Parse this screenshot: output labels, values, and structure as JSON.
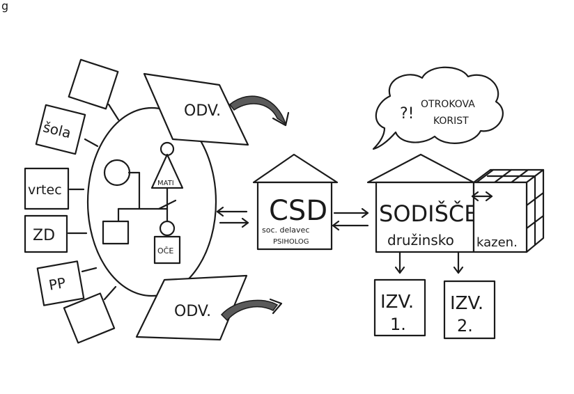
{
  "corner_label": "g",
  "ring_boxes": {
    "sola": "šola",
    "vrtec": "vrtec",
    "zd": "ZD",
    "pp": "PP"
  },
  "family": {
    "mother": "MATI",
    "father": "OČE"
  },
  "odv_top": "ODV.",
  "odv_bottom": "ODV.",
  "speech": {
    "mark": "?!",
    "line1": "OTROKOVA",
    "line2": "KORIST"
  },
  "csd": {
    "title": "CSD",
    "line1": "soc. delavec",
    "line2": "PSIHOLOG"
  },
  "court": {
    "title": "SODIŠČE",
    "family": "družinsko",
    "criminal": "kazen."
  },
  "izv1": {
    "line1": "IZV.",
    "line2": "1."
  },
  "izv2": {
    "line1": "IZV.",
    "line2": "2."
  },
  "colors": {
    "ink": "#1a1a1a",
    "paper": "#ffffff",
    "arrow_fill": "#5a5a5a"
  }
}
